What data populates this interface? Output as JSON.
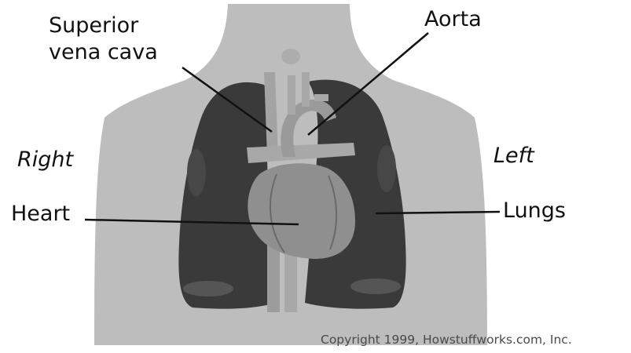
{
  "diagram": {
    "labels": {
      "superior_vena_cava_line1": "Superior",
      "superior_vena_cava_line2": "vena cava",
      "aorta": "Aorta",
      "right": "Right",
      "left": "Left",
      "heart": "Heart",
      "lungs": "Lungs"
    },
    "copyright": "Copyright 1999, Howstuffworks.com, Inc.",
    "colors": {
      "body": "#bdbdbd",
      "lungs": "#3a3a3a",
      "heart": "#8f8f8f",
      "vessels": "#a3a3a3",
      "text": "#111111"
    }
  }
}
